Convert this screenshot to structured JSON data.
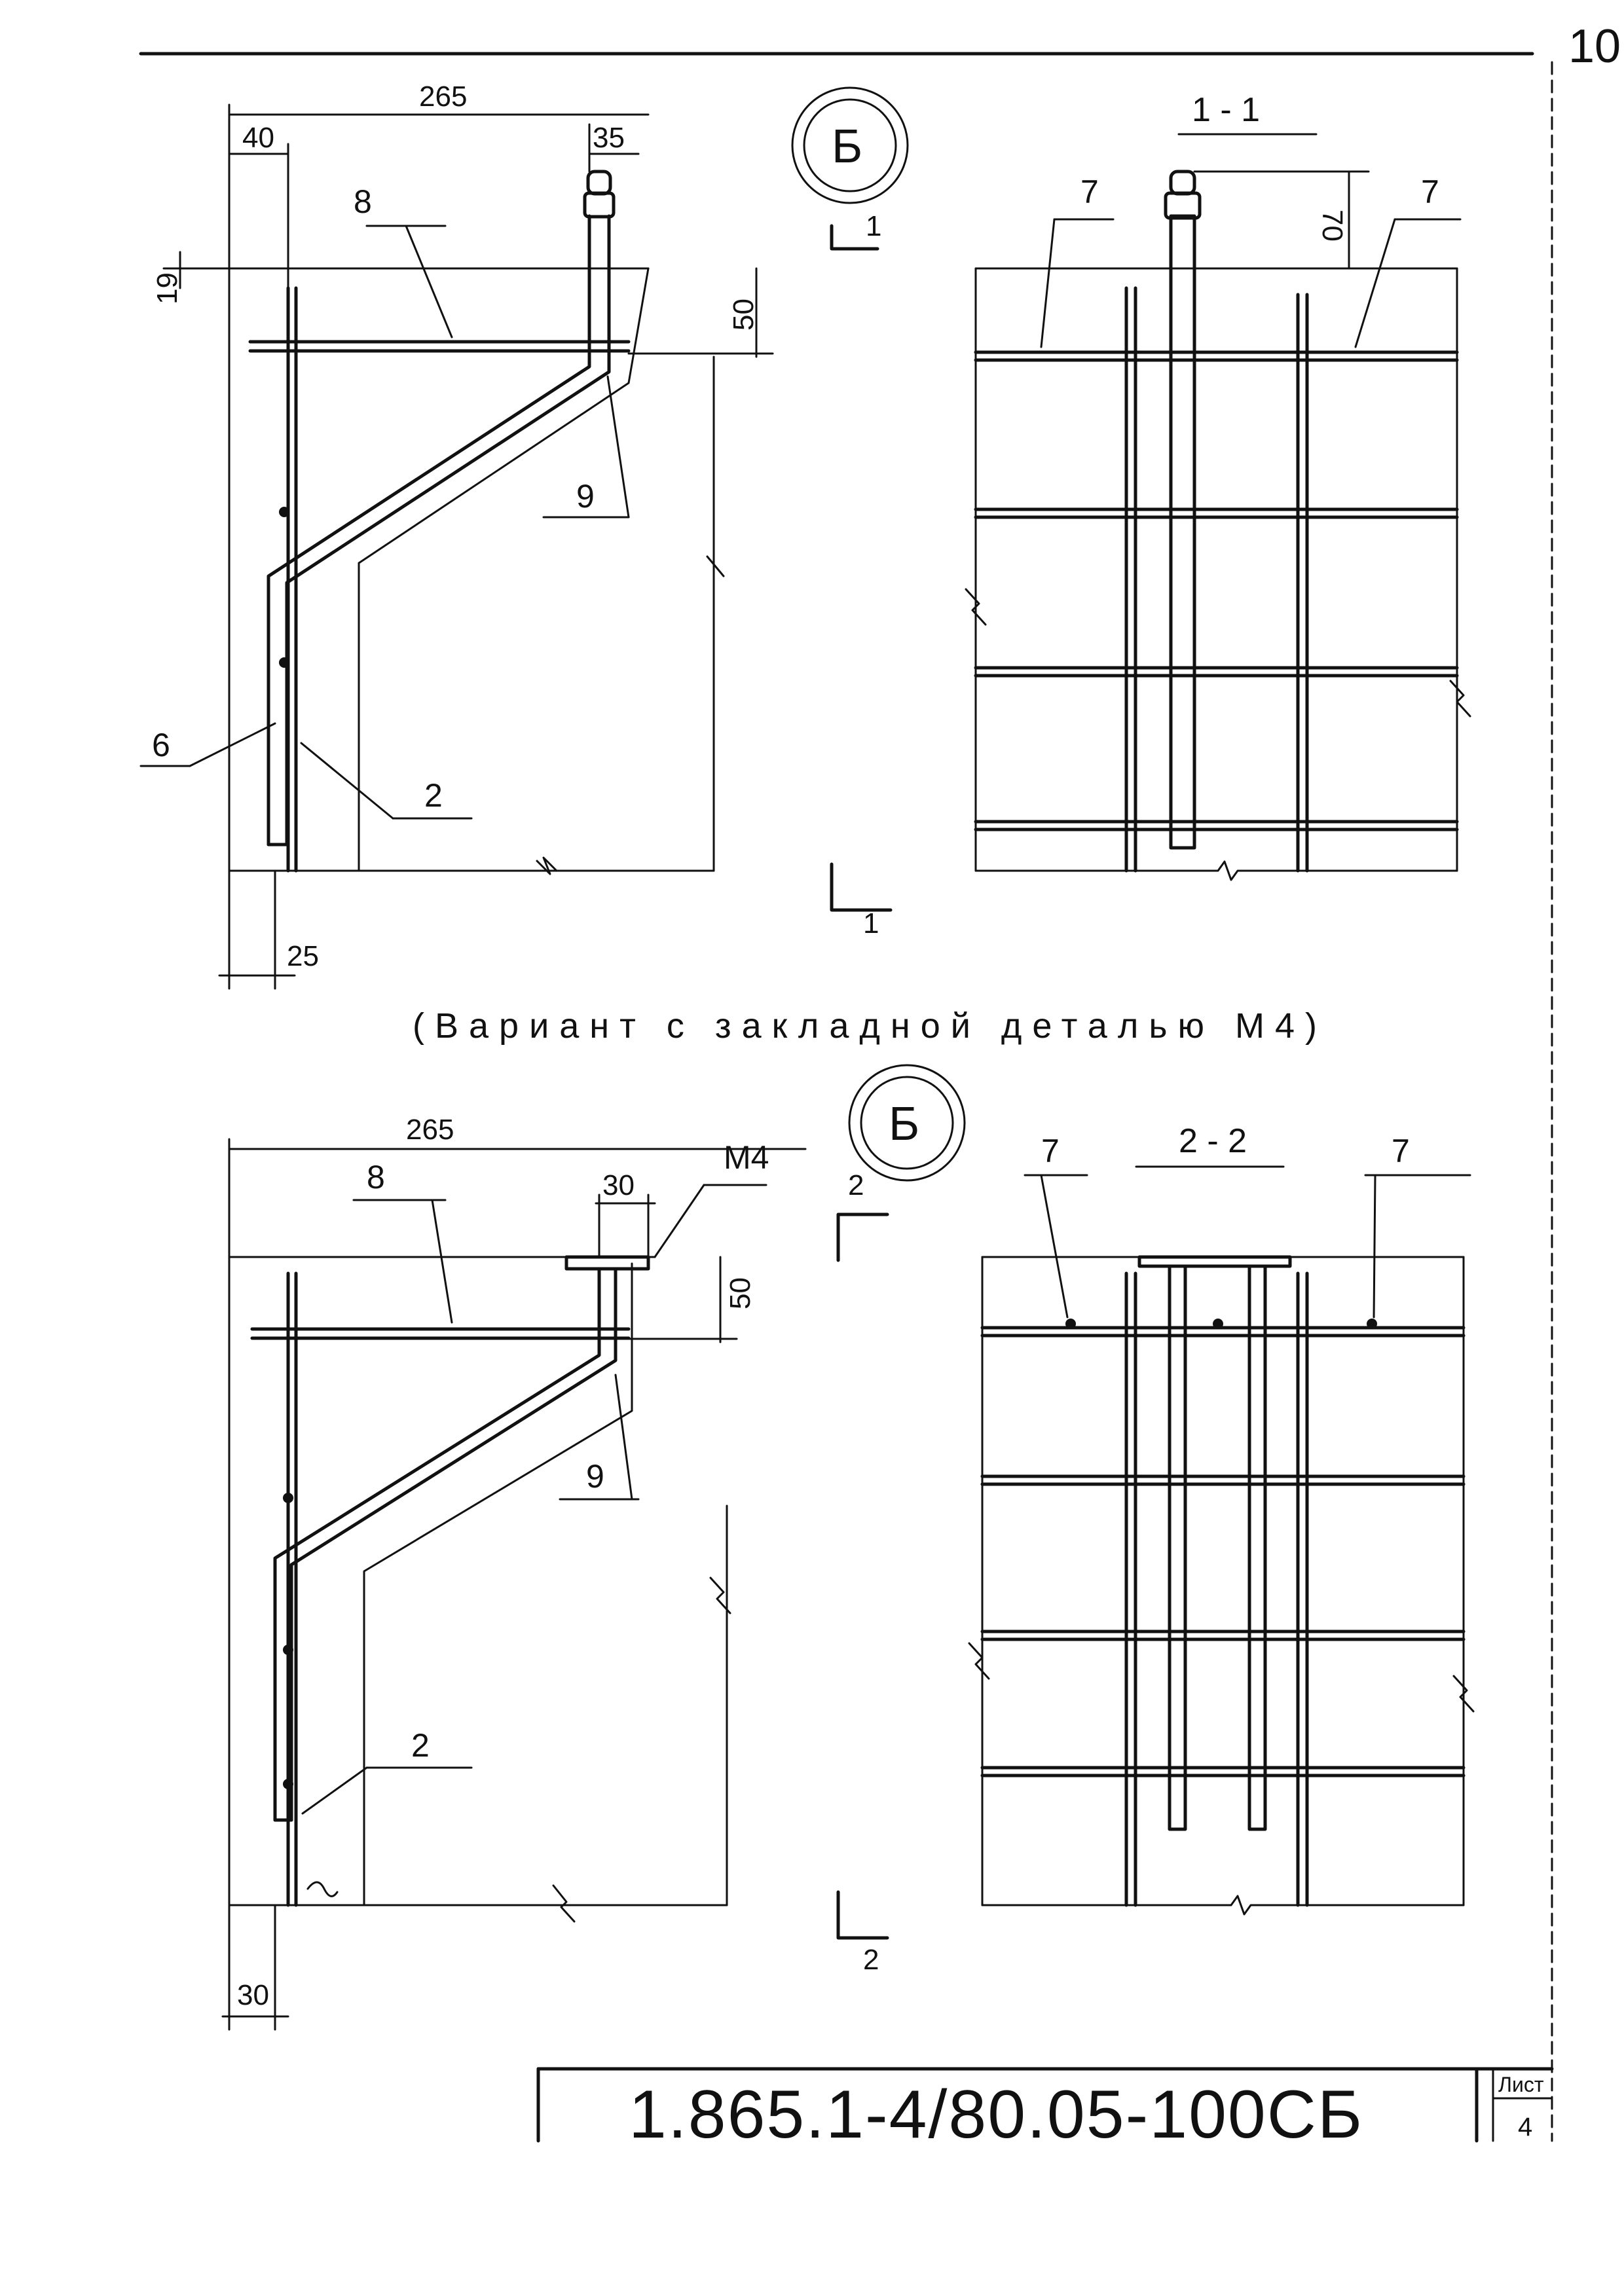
{
  "sheet_corner": "10",
  "top_view": {
    "callout": "Б",
    "section_label": "1 - 1",
    "dims": {
      "overall": "265",
      "left": "40",
      "right": "35",
      "top_small": "19",
      "drop": "50",
      "bottom": "25",
      "bolt_height": "70"
    },
    "positions": {
      "bar8": "8",
      "bar9": "9",
      "bar6": "6",
      "bar2": "2",
      "bar7_left": "7",
      "bar7_right": "7"
    },
    "cut_marks": {
      "upper": "1",
      "lower": "1"
    }
  },
  "caption": "(Вариант с закладной деталью М4)",
  "bottom_view": {
    "callout": "Б",
    "section_label": "2 - 2",
    "embed_label": "М4",
    "dims": {
      "overall": "265",
      "embed_width": "30",
      "drop": "50",
      "bottom": "30"
    },
    "positions": {
      "bar8": "8",
      "bar9": "9",
      "bar2": "2",
      "bar7_left": "7",
      "bar7_right": "7"
    },
    "cut_marks": {
      "upper": "2",
      "lower": "2"
    }
  },
  "title_block": {
    "document_code": "1.865.1-4/80.05-100СБ",
    "sheet_label": "Лист",
    "sheet_number": "4"
  }
}
